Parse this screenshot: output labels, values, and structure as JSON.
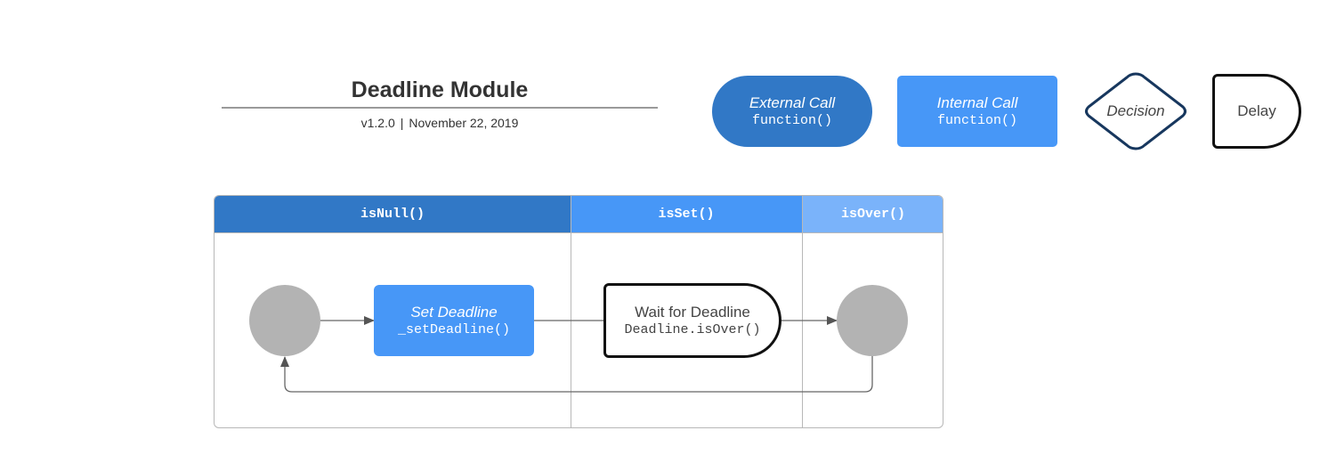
{
  "header": {
    "title": "Deadline Module",
    "version": "v1.2.0",
    "separator": "|",
    "date": "November 22, 2019"
  },
  "legend": {
    "external_call": {
      "label": "External Call",
      "code": "function()"
    },
    "internal_call": {
      "label": "Internal Call",
      "code": "function()"
    },
    "decision": {
      "label": "Decision"
    },
    "delay": {
      "label": "Delay"
    }
  },
  "lanes": [
    {
      "label": "isNull()"
    },
    {
      "label": "isSet()"
    },
    {
      "label": "isOver()"
    }
  ],
  "nodes": {
    "set_deadline": {
      "label": "Set Deadline",
      "code": "_setDeadline()"
    },
    "wait_for_deadline": {
      "label": "Wait for Deadline",
      "code": "Deadline.isOver()"
    }
  },
  "colors": {
    "external": "#3178c6",
    "internal": "#4797f7",
    "lane_isover": "#7ab3fa",
    "decision_border": "#17375e",
    "node_gray": "#b3b3b3"
  }
}
